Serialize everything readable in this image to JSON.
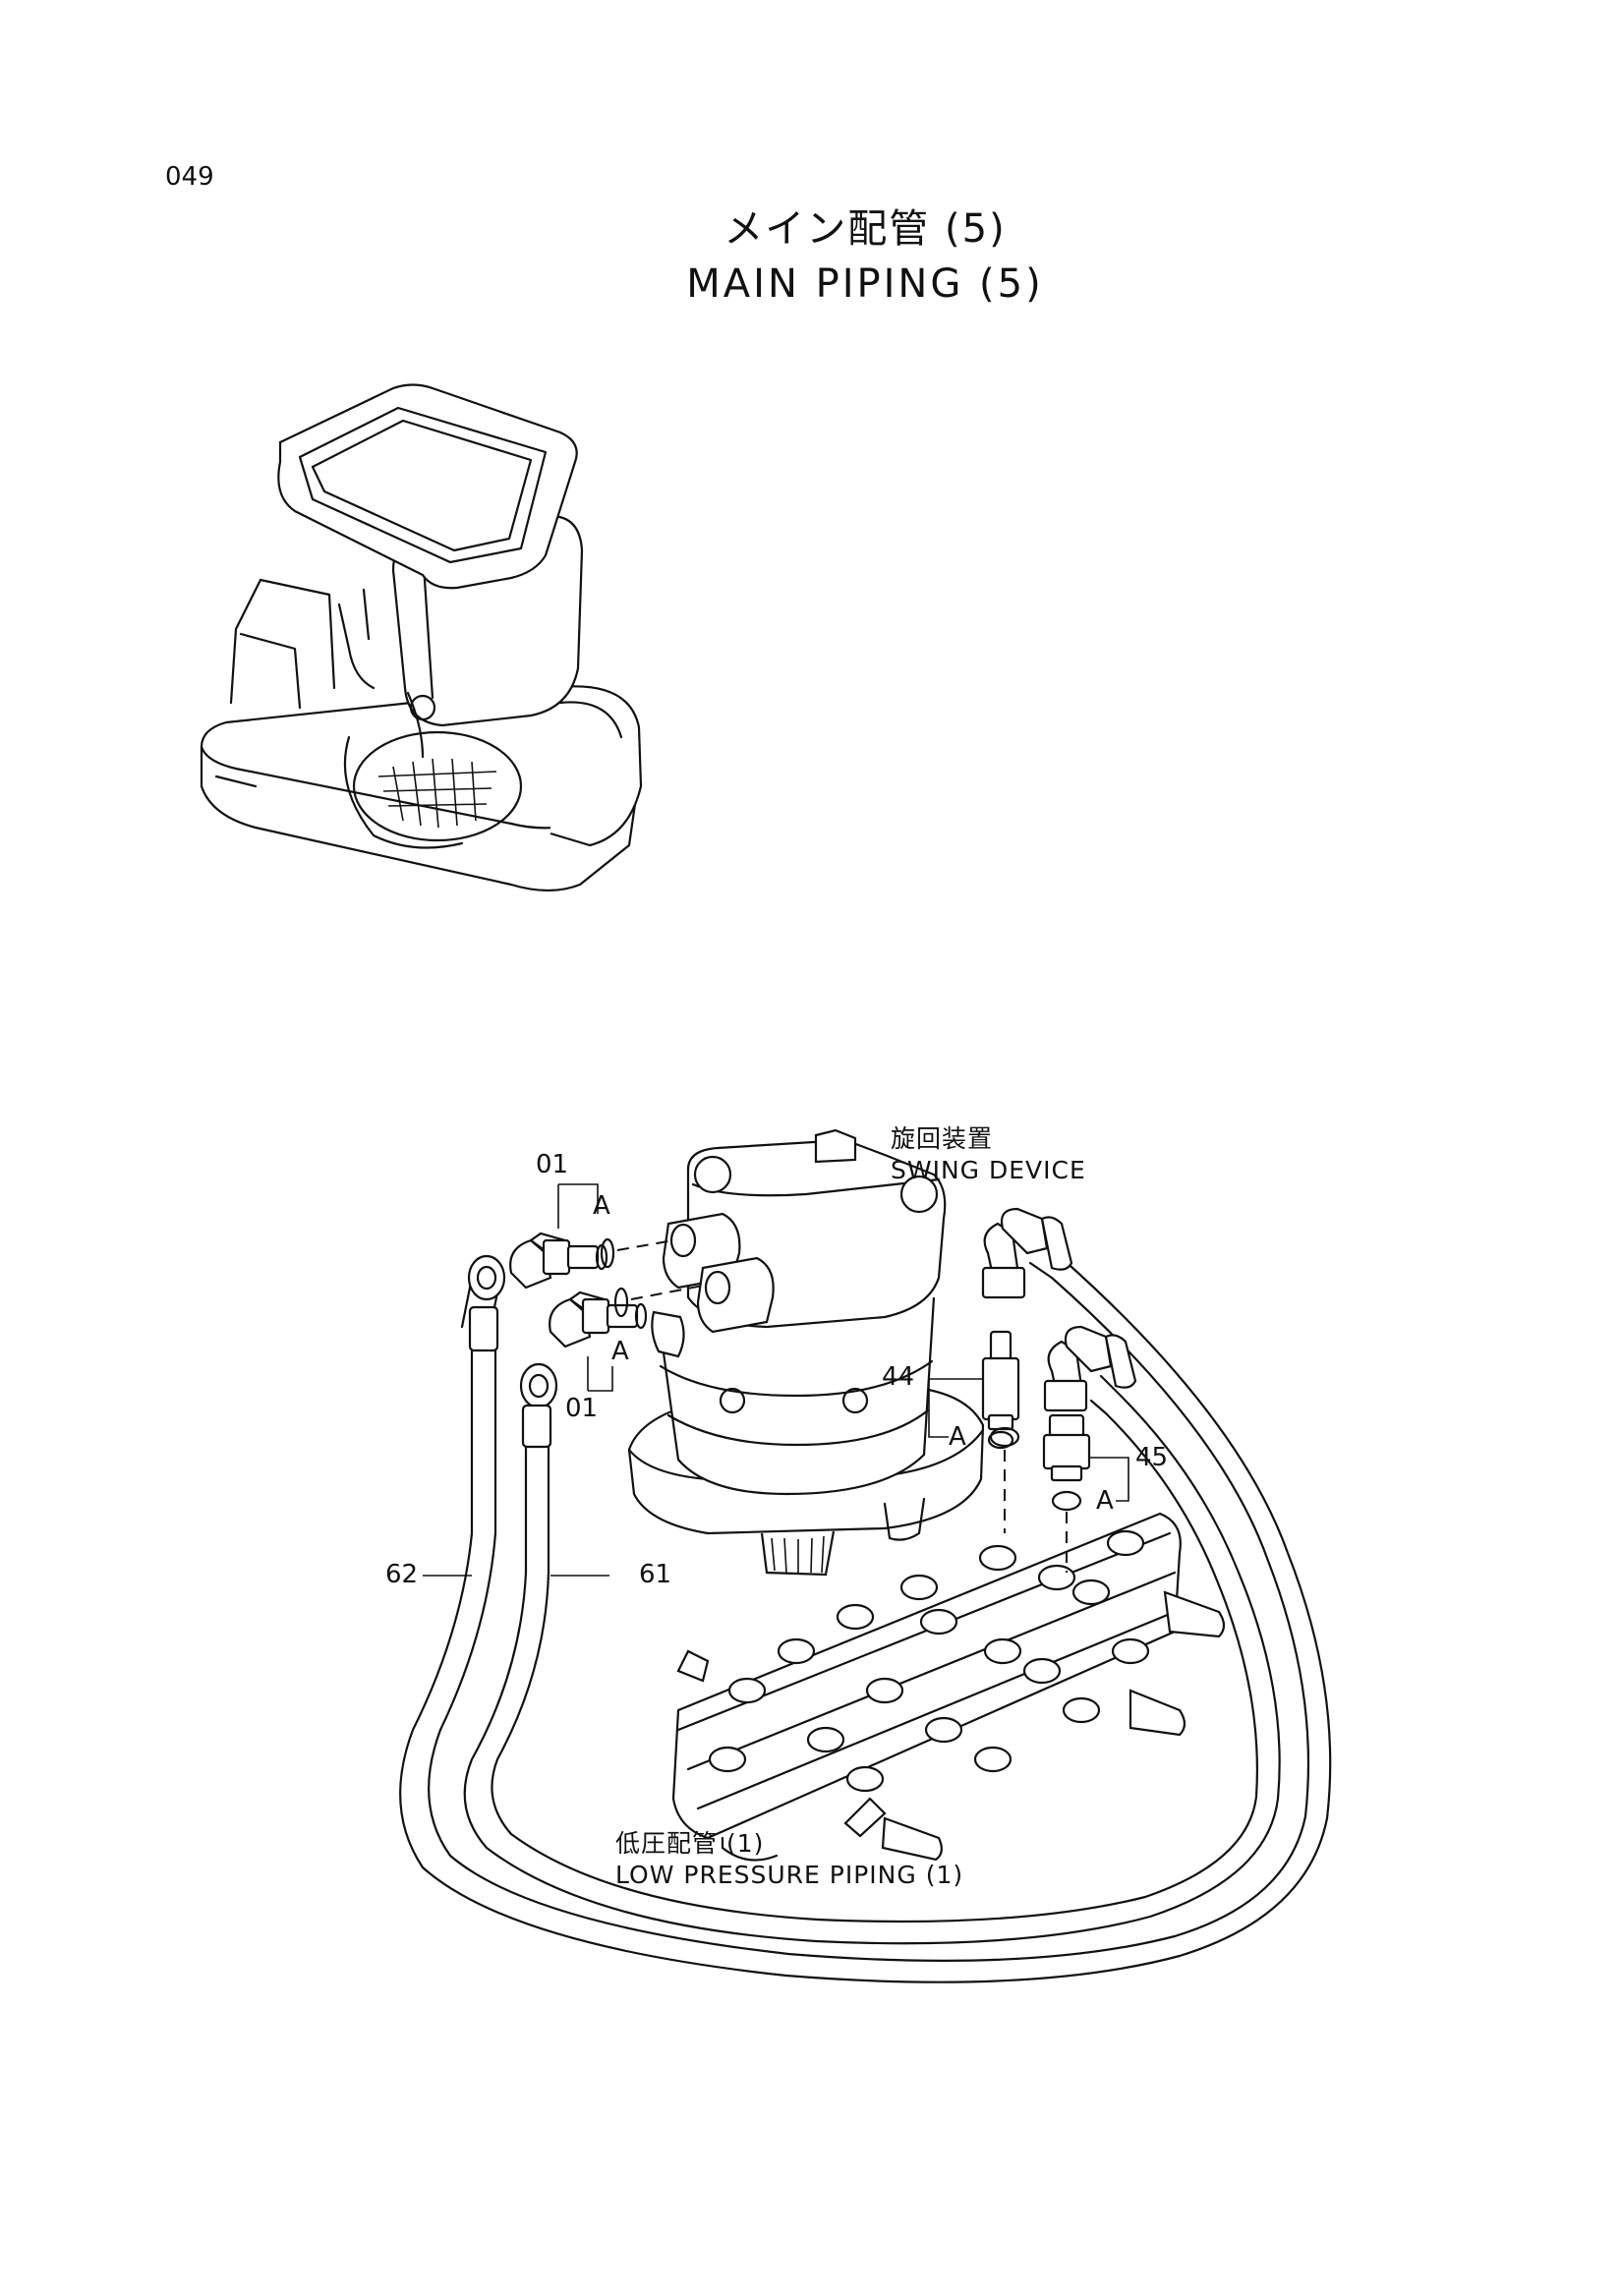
{
  "page_number": "049",
  "title": {
    "jp": "メイン配管 (5)",
    "en": "MAIN PIPING (5)"
  },
  "labels": {
    "swing_device_jp": "旋回装置",
    "swing_device_en": "SWING DEVICE",
    "low_pressure_jp": "低圧配管 (1)",
    "low_pressure_en": "LOW PRESSURE PIPING (1)",
    "part_01_top": "01",
    "part_01_bottom": "01",
    "part_44": "44",
    "part_45": "45",
    "part_61": "61",
    "part_62": "62",
    "ref_a_1": "A",
    "ref_a_2": "A",
    "ref_a_3": "A",
    "ref_a_4": "A"
  }
}
